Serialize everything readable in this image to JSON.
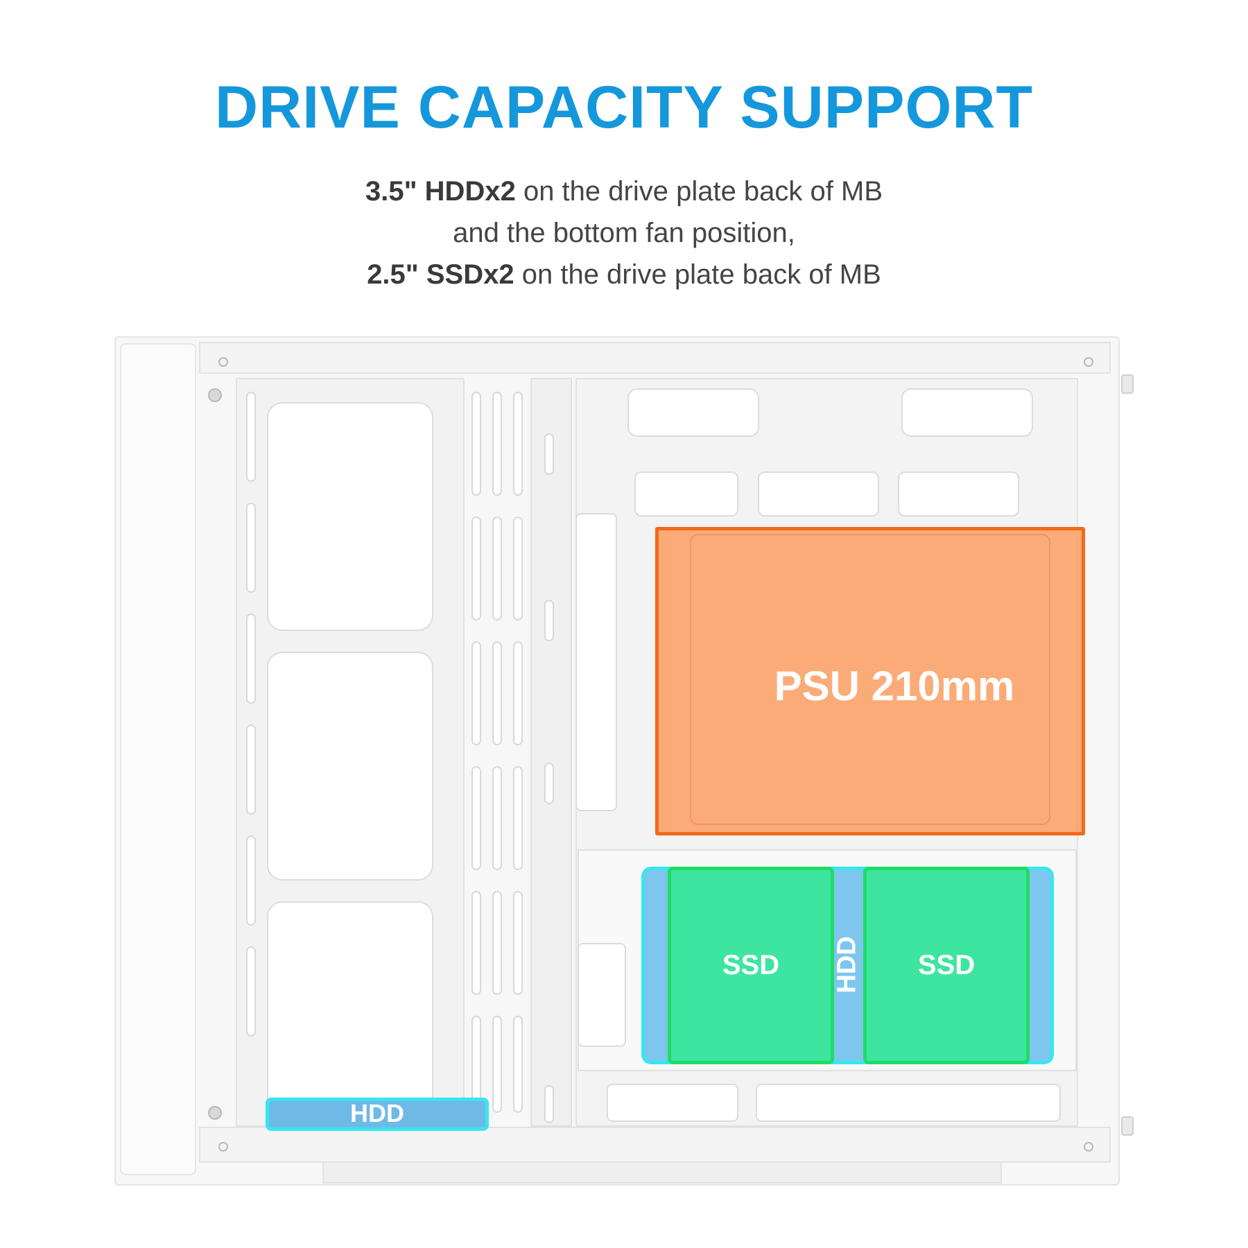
{
  "header": {
    "title": "DRIVE CAPACITY SUPPORT",
    "line1_bold": "3.5\" HDDx2",
    "line1_rest": " on the drive plate back of MB",
    "line2": "and the bottom fan position,",
    "line3_bold": "2.5\" SSDx2",
    "line3_rest": " on the drive plate back of MB"
  },
  "labels": {
    "psu": "PSU 210mm",
    "ssd_left": "SSD",
    "ssd_right": "SSD",
    "hdd_vertical": "HDD",
    "hdd_bottom": "HDD"
  },
  "colors": {
    "title": "#1597dc",
    "psu_fill": "#fbad7f",
    "psu_border": "#f26a1b",
    "ssd_fill": "#3de5a0",
    "ssd_border": "#1fdc64",
    "hdd_fill": "#7ec6ee",
    "hdd_border": "#37e7ee"
  }
}
